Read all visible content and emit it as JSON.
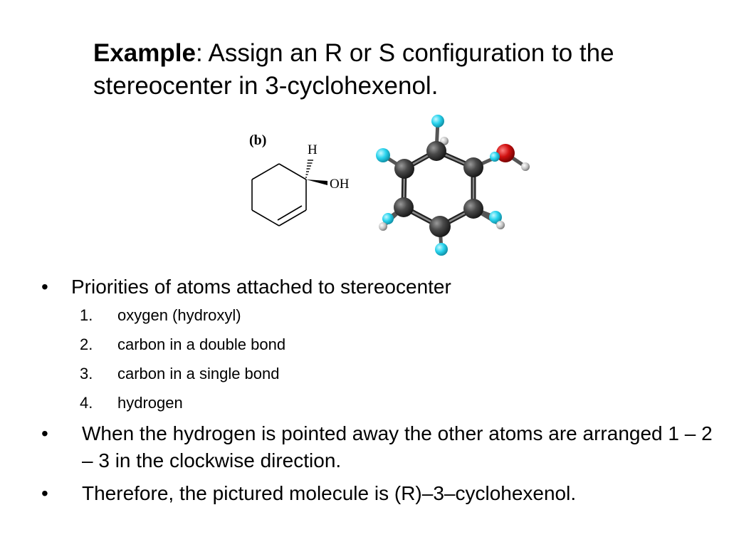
{
  "title": {
    "bold": "Example",
    "rest": ": Assign an R or S configuration to the stereocenter in 3-cyclohexenol."
  },
  "figure": {
    "label": "(b)",
    "atom_h": "H",
    "atom_oh": "OH"
  },
  "bullets": [
    {
      "mark": "•",
      "text": "Priorities of atoms attached to stereocenter"
    },
    {
      "mark": "•",
      "text": "When the hydrogen is pointed away the other atoms are arranged 1 – 2 – 3 in the clockwise direction."
    },
    {
      "mark": "•",
      "text": "Therefore, the pictured molecule is (R)–3–cyclohexenol."
    }
  ],
  "priorities": [
    {
      "num": "1.",
      "text": "oxygen (hydroxyl)"
    },
    {
      "num": "2.",
      "text": "carbon in a double bond"
    },
    {
      "num": "3.",
      "text": "carbon in a single bond"
    },
    {
      "num": "4.",
      "text": "hydrogen"
    }
  ],
  "colors": {
    "carbon": "#3a3a3a",
    "hydrogen": "#2ad4ee",
    "oxygen": "#d01010"
  }
}
